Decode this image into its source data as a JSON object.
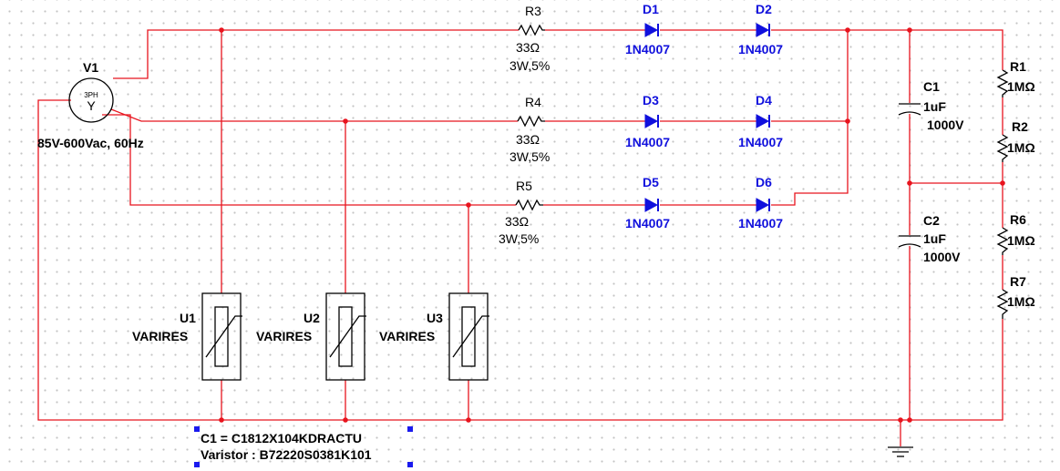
{
  "colors": {
    "wire": "#e8141e",
    "diode": "#1010dd",
    "component": "#000000",
    "selection": "#1a1aee"
  },
  "source": {
    "ref": "V1",
    "symbol_text": "3PH",
    "connection_glyph": "Y",
    "value": "85V-600Vac, 60Hz"
  },
  "resistors": {
    "r3": {
      "ref": "R3",
      "value": "33Ω",
      "rating": "3W,5%"
    },
    "r4": {
      "ref": "R4",
      "value": "33Ω",
      "rating": "3W,5%"
    },
    "r5": {
      "ref": "R5",
      "value": "33Ω",
      "rating": "3W,5%"
    },
    "r1": {
      "ref": "R1",
      "value": "1MΩ"
    },
    "r2": {
      "ref": "R2",
      "value": "1MΩ"
    },
    "r6": {
      "ref": "R6",
      "value": "1MΩ"
    },
    "r7": {
      "ref": "R7",
      "value": "1MΩ"
    }
  },
  "diodes": {
    "d1": {
      "ref": "D1",
      "value": "1N4007"
    },
    "d2": {
      "ref": "D2",
      "value": "1N4007"
    },
    "d3": {
      "ref": "D3",
      "value": "1N4007"
    },
    "d4": {
      "ref": "D4",
      "value": "1N4007"
    },
    "d5": {
      "ref": "D5",
      "value": "1N4007"
    },
    "d6": {
      "ref": "D6",
      "value": "1N4007"
    }
  },
  "capacitors": {
    "c1": {
      "ref": "C1",
      "value": "1uF",
      "voltage": "1000V"
    },
    "c2": {
      "ref": "C2",
      "value": "1uF",
      "voltage": "1000V"
    }
  },
  "varistors": {
    "u1": {
      "ref": "U1",
      "type": "VARIRES"
    },
    "u2": {
      "ref": "U2",
      "type": "VARIRES"
    },
    "u3": {
      "ref": "U3",
      "type": "VARIRES"
    }
  },
  "note": {
    "line1": "C1 = C1812X104KDRACTU",
    "line2": "Varistor : B72220S0381K101"
  }
}
